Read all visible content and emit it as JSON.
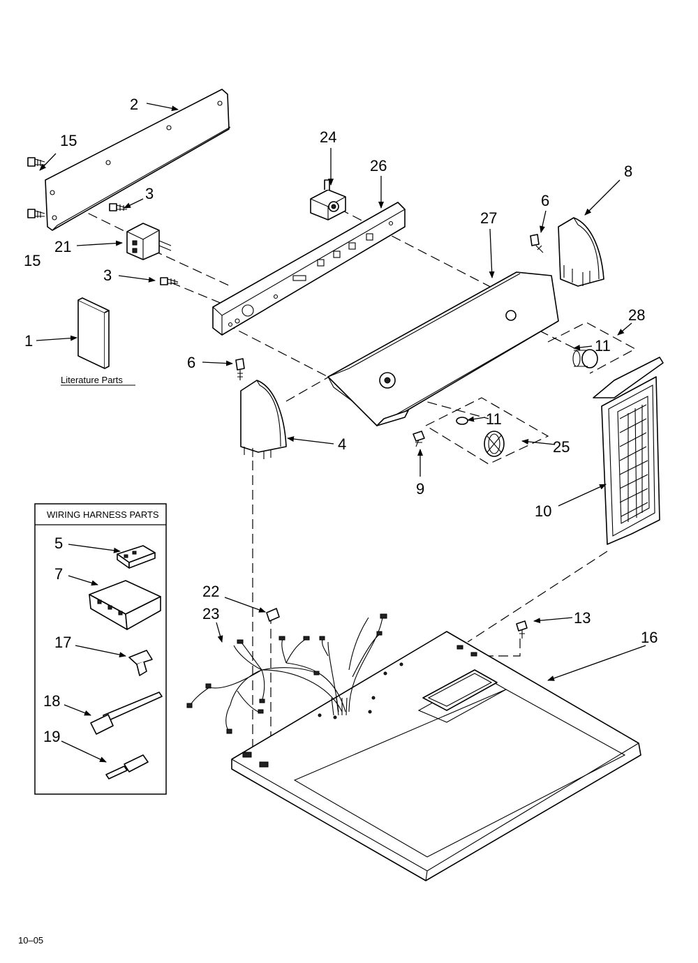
{
  "callouts": {
    "c1": "1",
    "c2": "2",
    "c3a": "3",
    "c3b": "3",
    "c4": "4",
    "c5": "5",
    "c6a": "6",
    "c6b": "6",
    "c7": "7",
    "c8": "8",
    "c9": "9",
    "c10": "10",
    "c11a": "11",
    "c11b": "11",
    "c13": "13",
    "c15a": "15",
    "c15b": "15",
    "c16": "16",
    "c17": "17",
    "c18": "18",
    "c19": "19",
    "c21": "21",
    "c22": "22",
    "c23": "23",
    "c24": "24",
    "c25": "25",
    "c26": "26",
    "c27": "27",
    "c28": "28"
  },
  "literature_label": "Literature Parts",
  "wiring_box_title": "WIRING HARNESS PARTS",
  "footer_code": "10–05"
}
